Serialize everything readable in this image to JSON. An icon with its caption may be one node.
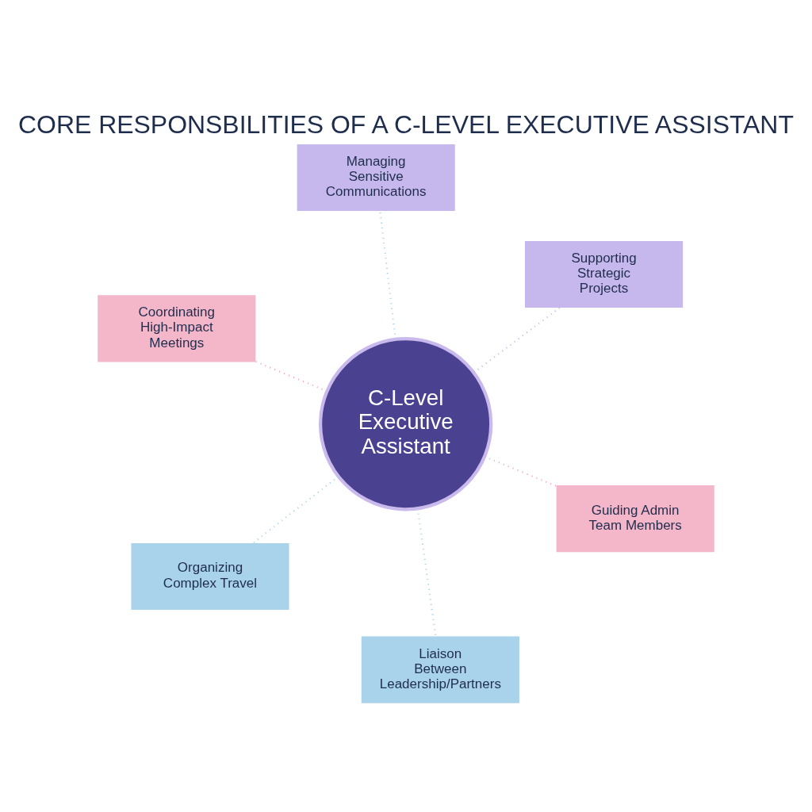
{
  "diagram": {
    "title": "CORE RESPONSBILITIES OF A C-LEVEL EXECUTIVE ASSISTANT",
    "nodes": [
      {
        "text": [
          "Coordinating High-Impact Meetings"
        ]
      },
      {
        "text": [
          "Guiding Admin Team Members"
        ]
      },
      {
        "text": [
          "Liaison Between Leadership/Partners"
        ]
      },
      {
        "text": [
          "C-Level Executive Assistant"
        ]
      },
      {
        "text": [
          "Supporting Strategic Projects"
        ]
      },
      {
        "text": [
          "Managing Sensitive Communications"
        ]
      },
      {
        "text": [
          "Organizing Complex Travel"
        ]
      }
    ],
    "edges": [
      {
        "from": 3,
        "to": 0,
        "arrow": "none",
        "style": "dashed",
        "color": "#f0a6c0"
      },
      {
        "from": 3,
        "to": 2,
        "arrow": "none",
        "style": "dashed",
        "color": "#a9d0e6"
      },
      {
        "from": 3,
        "to": 5,
        "arrow": "none",
        "style": "dashed",
        "color": "#a9d0e6"
      },
      {
        "from": 3,
        "to": 6,
        "arrow": "none",
        "style": "dashed",
        "color": "#a9d0e6"
      },
      {
        "from": 3,
        "to": 4,
        "arrow": "none",
        "style": "dashed",
        "color": "#c4b5e8"
      },
      {
        "from": 3,
        "to": 1,
        "arrow": "none",
        "style": "dashed",
        "color": "#f0a6c0"
      }
    ]
  }
}
